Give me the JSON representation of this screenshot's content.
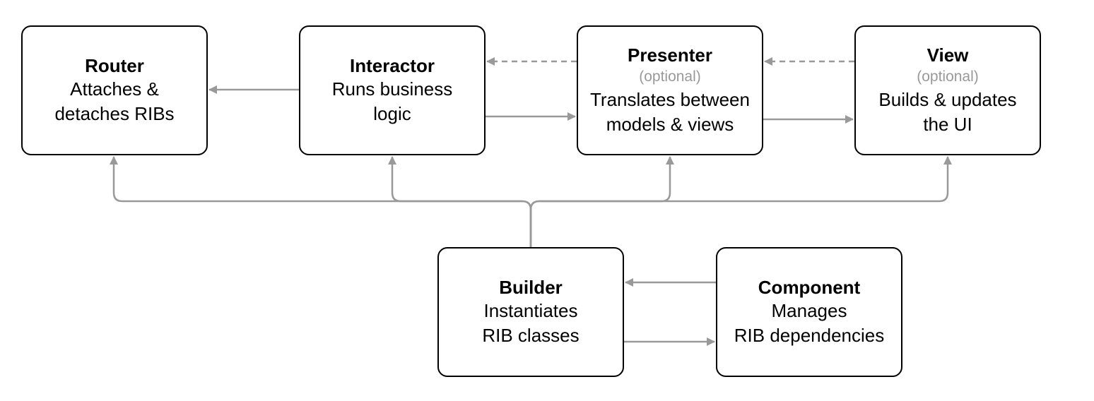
{
  "colors": {
    "border": "#000000",
    "connector": "#999999",
    "optional_text": "#999999"
  },
  "nodes": {
    "router": {
      "title": "Router",
      "desc_line1": "Attaches &",
      "desc_line2": "detaches RIBs"
    },
    "interactor": {
      "title": "Interactor",
      "desc_line1": "Runs business",
      "desc_line2": "logic"
    },
    "presenter": {
      "title": "Presenter",
      "note": "(optional)",
      "desc_line1": "Translates between",
      "desc_line2": "models & views"
    },
    "view": {
      "title": "View",
      "note": "(optional)",
      "desc_line1": "Builds & updates",
      "desc_line2": "the UI"
    },
    "builder": {
      "title": "Builder",
      "desc_line1": "Instantiates",
      "desc_line2": "RIB classes"
    },
    "component": {
      "title": "Component",
      "desc_line1": "Manages",
      "desc_line2": "RIB dependencies"
    }
  },
  "connections": [
    {
      "from": "interactor",
      "to": "router",
      "style": "solid"
    },
    {
      "from": "interactor",
      "to": "presenter",
      "style": "solid"
    },
    {
      "from": "presenter",
      "to": "interactor",
      "style": "dashed"
    },
    {
      "from": "presenter",
      "to": "view",
      "style": "solid"
    },
    {
      "from": "view",
      "to": "presenter",
      "style": "dashed"
    },
    {
      "from": "builder",
      "to": "router",
      "style": "solid"
    },
    {
      "from": "builder",
      "to": "interactor",
      "style": "solid"
    },
    {
      "from": "builder",
      "to": "presenter",
      "style": "solid"
    },
    {
      "from": "builder",
      "to": "view",
      "style": "solid"
    },
    {
      "from": "builder",
      "to": "component",
      "style": "solid"
    },
    {
      "from": "component",
      "to": "builder",
      "style": "solid"
    }
  ]
}
